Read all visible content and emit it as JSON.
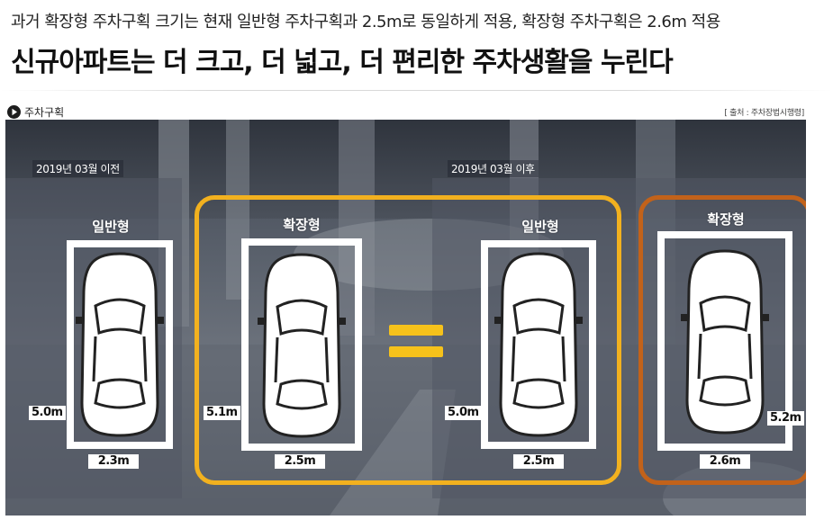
{
  "header": {
    "subtitle": "과거 확장형 주차구획 크기는 현재 일반형 주차구획과 2.5m로 동일하게 적용, 확장형 주차구획은 2.6m 적용",
    "headline": "신규아파트는 더 크고, 더 넓고, 더 편리한 주차생활을 누린다"
  },
  "figure": {
    "section_label": "주차구획",
    "section_icon": "play-circle-icon",
    "source": "[ 출처 : 주차장법시행령]",
    "eras": [
      {
        "label": "2019년 03월 이전"
      },
      {
        "label": "2019년 03월 이후"
      }
    ],
    "bays": [
      {
        "type": "일반형",
        "length": "5.0m",
        "width": "2.3m"
      },
      {
        "type": "확장형",
        "length": "5.1m",
        "width": "2.5m"
      },
      {
        "type": "일반형",
        "length": "5.0m",
        "width": "2.5m"
      },
      {
        "type": "확장형",
        "length": "5.2m",
        "width": "2.6m"
      }
    ],
    "colors": {
      "highlight_yellow": "#f2b11f",
      "highlight_orange": "#c2621a",
      "equals_sign": "#f6c21b"
    }
  }
}
